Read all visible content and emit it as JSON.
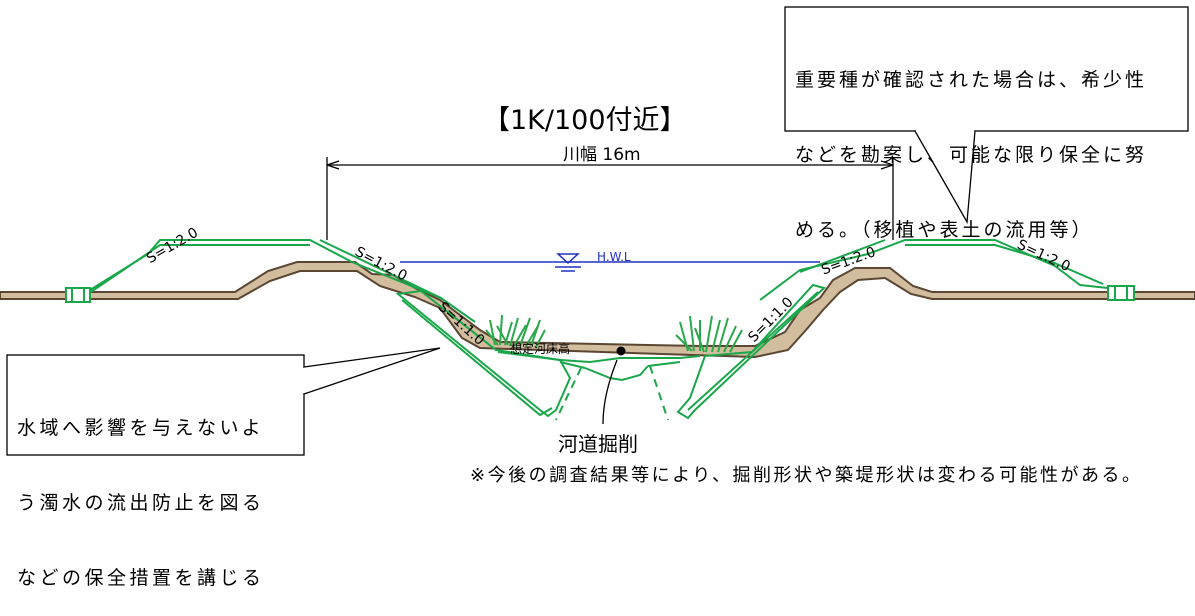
{
  "title": "【1K/100付近】",
  "river_width_label": "川幅 16m",
  "hwl_label": "H.W.L",
  "bed_label": "想定河床高",
  "excavation_label": "河道掘削",
  "callout_top_right": {
    "lines": [
      "重要種が確認された場合は、希少性",
      "などを勘案し、可能な限り保全に努",
      "める。（移植や表土の流用等）"
    ]
  },
  "callout_left": {
    "lines": [
      "水域へ影響を与えないよ",
      "う濁水の流出防止を図る",
      "などの保全措置を講じる"
    ]
  },
  "slope_labels": {
    "left_outer": "S=1:2.0",
    "left_inner": "S=1:2.0",
    "left_lower": "S=1:1.0",
    "right_inner": "S=1:2.0",
    "right_lower": "S=1:1.0",
    "right_outer": "S=1:2.0"
  },
  "footnote": "※今後の調査結果等により、掘削形状や築堤形状は変わる可能性がある。",
  "colors": {
    "ground": "#d2bd9e",
    "ground_edge": "#5a4632",
    "levee_line": "#1aa64a",
    "water_line": "#2030c0",
    "vegetation": "#2aa84a"
  }
}
